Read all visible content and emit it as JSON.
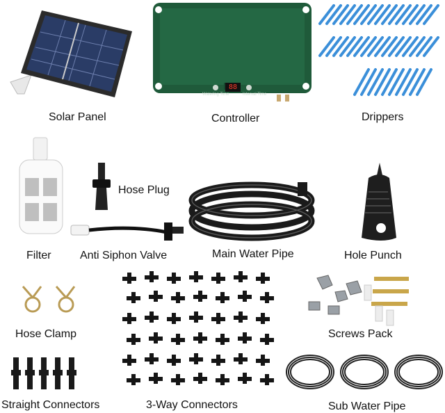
{
  "labels": {
    "solar_panel": "Solar Panel",
    "controller": "Controller",
    "drippers": "Drippers",
    "filter": "Filter",
    "hose_plug": "Hose Plug",
    "anti_siphon_valve": "Anti Siphon Valve",
    "main_water_pipe": "Main Water Pipe",
    "hole_punch": "Hole Punch",
    "hose_clamp": "Hose Clamp",
    "screws_pack": "Screws Pack",
    "straight_connectors": "Straight Connectors",
    "three_way_connectors": "3-Way Connectors",
    "sub_water_pipe": "Sub Water Pipe"
  },
  "controller_panel": {
    "display": "88",
    "watering_time": "Watering Time",
    "interval_time": "Interval Time"
  },
  "colors": {
    "controller_green": "#1f5a3a",
    "dripper_blue": "#3b8fd9",
    "pipe_black": "#1a1a1a"
  }
}
